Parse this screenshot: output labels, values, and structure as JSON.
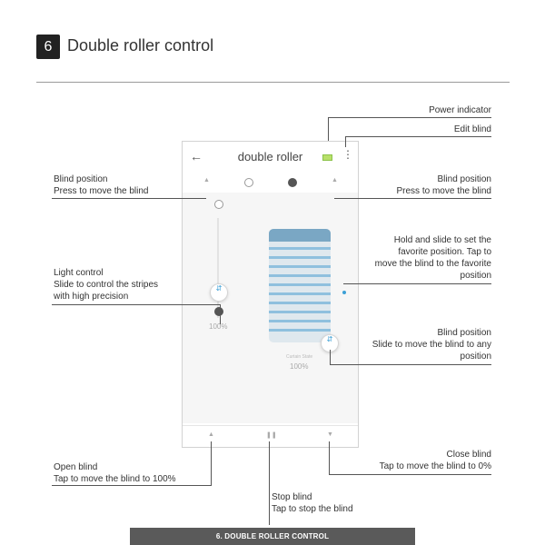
{
  "section": {
    "number": "6",
    "title": "Double roller control"
  },
  "app": {
    "back_icon": "←",
    "title": "double roller",
    "menu_icon": "⋮",
    "battery_color": "#8bc34a",
    "light_percent_label": "100%",
    "blind_caption": "Curtain State",
    "blind_percent_label": "100%",
    "open_icon": "▲",
    "pause_icon": "❚❚",
    "close_icon": "▼",
    "knob_icon": "⇵"
  },
  "callouts": {
    "power": "Power indicator",
    "edit": "Edit blind",
    "blind_pos_left": [
      "Blind position",
      "Press to move the blind"
    ],
    "blind_pos_right": [
      "Blind position",
      "Press to move the blind"
    ],
    "favorite": [
      "Hold and slide to set the",
      "favorite position. Tap to",
      "move the blind to the favorite",
      "position"
    ],
    "light": [
      "Light control",
      "Slide to control the stripes",
      "with high precision"
    ],
    "slide": [
      "Blind position",
      "Slide to move the blind to any",
      "position"
    ],
    "open": [
      "Open blind",
      "Tap to move the blind to 100%"
    ],
    "close": [
      "Close blind",
      "Tap to move the blind to 0%"
    ],
    "stop": [
      "Stop blind",
      "Tap to stop the blind"
    ]
  },
  "footer": "6. DOUBLE ROLLER CONTROL",
  "colors": {
    "accent": "#3b9fd6",
    "blind_head": "#7aa7c4",
    "blind_stripe": "#8fc0de",
    "footer_bg": "#5a5a5a"
  }
}
